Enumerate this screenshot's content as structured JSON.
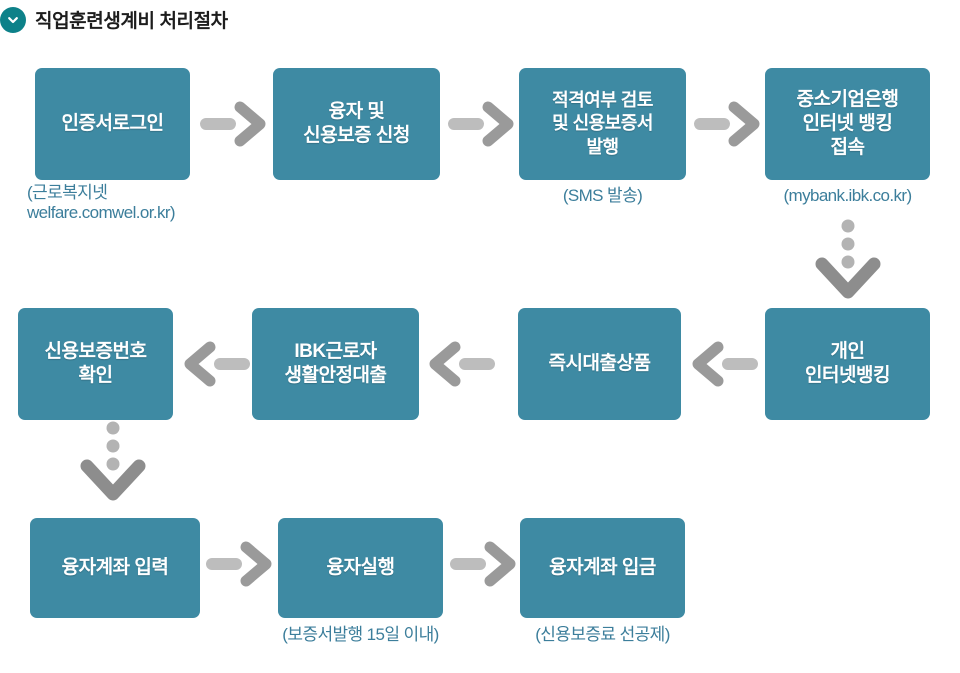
{
  "header": {
    "icon": "chevron-down-circle-icon",
    "title": "직업훈련생계비 처리절차"
  },
  "colors": {
    "node_fill": "#3e8aa3",
    "node_text": "#ffffff",
    "caption_text": "#3c7e9b",
    "arrow": "#9a9a9a",
    "arrow_bar": "#bdbdbd",
    "header_icon_bg": "#0d8189"
  },
  "diagram": {
    "type": "flowchart",
    "rows": [
      {
        "direction": "left-to-right",
        "nodes": [
          {
            "id": "n1",
            "lines": [
              "인증서로그인"
            ],
            "caption": "(근로복지넷\nwelfare.comwel.or.kr)"
          },
          {
            "id": "n2",
            "lines": [
              "융자 및",
              "신용보증 신청"
            ],
            "caption": ""
          },
          {
            "id": "n3",
            "lines": [
              "적격여부 검토",
              "및 신용보증서",
              "발행"
            ],
            "caption": "(SMS 발송)"
          },
          {
            "id": "n4",
            "lines": [
              "중소기업은행",
              "인터넷 뱅킹",
              "접속"
            ],
            "caption": "(mybank.ibk.co.kr)"
          }
        ]
      },
      {
        "direction": "right-to-left",
        "nodes": [
          {
            "id": "n8",
            "lines": [
              "신용보증번호",
              "확인"
            ],
            "caption": ""
          },
          {
            "id": "n7",
            "lines": [
              "IBK근로자",
              "생활안정대출"
            ],
            "caption": ""
          },
          {
            "id": "n6",
            "lines": [
              "즉시대출상품"
            ],
            "caption": ""
          },
          {
            "id": "n5",
            "lines": [
              "개인",
              "인터넷뱅킹"
            ],
            "caption": ""
          }
        ]
      },
      {
        "direction": "left-to-right",
        "nodes": [
          {
            "id": "n9",
            "lines": [
              "융자계좌 입력"
            ],
            "caption": ""
          },
          {
            "id": "n10",
            "lines": [
              "융자실행"
            ],
            "caption": "(보증서발행 15일 이내)"
          },
          {
            "id": "n11",
            "lines": [
              "융자계좌 입금"
            ],
            "caption": "(신용보증료 선공제)"
          }
        ]
      }
    ],
    "connectors": {
      "row1_to_row2": {
        "type": "dotted-down-chevron",
        "label": ""
      },
      "row2_to_row3": {
        "type": "dotted-down-chevron",
        "label": ""
      }
    }
  }
}
